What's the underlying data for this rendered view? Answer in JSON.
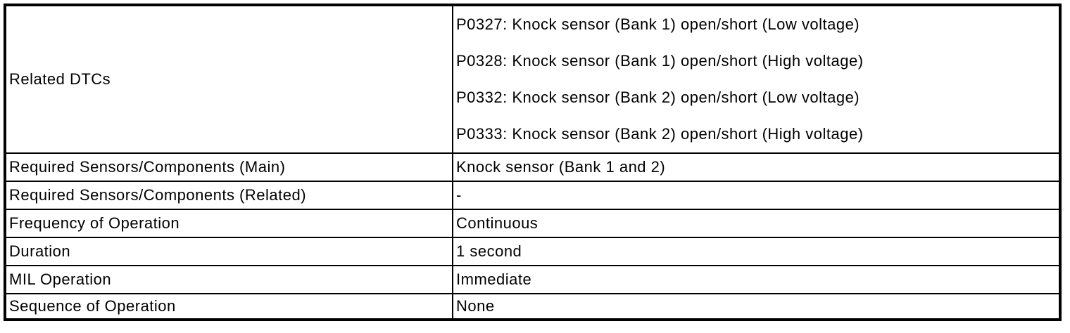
{
  "colors": {
    "border": "#000000",
    "background": "#ffffff",
    "text": "#000000"
  },
  "table": {
    "rows": [
      {
        "label": "Related DTCs",
        "values": [
          "P0327: Knock sensor (Bank 1) open/short (Low voltage)",
          "P0328: Knock sensor (Bank 1) open/short (High voltage)",
          "P0332: Knock sensor (Bank 2) open/short (Low voltage)",
          "P0333: Knock sensor (Bank 2) open/short (High voltage)"
        ]
      },
      {
        "label": "Required Sensors/Components (Main)",
        "value": "Knock sensor (Bank 1 and 2)"
      },
      {
        "label": "Required Sensors/Components (Related)",
        "value": "-"
      },
      {
        "label": "Frequency of Operation",
        "value": "Continuous"
      },
      {
        "label": "Duration",
        "value": "1 second"
      },
      {
        "label": "MIL Operation",
        "value": "Immediate"
      },
      {
        "label": "Sequence of Operation",
        "value": "None"
      }
    ]
  }
}
